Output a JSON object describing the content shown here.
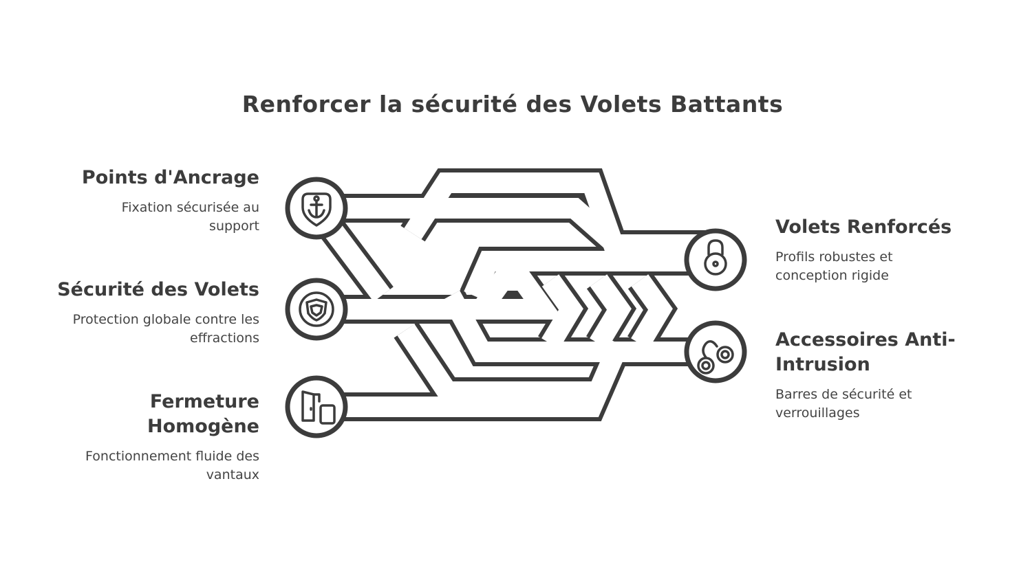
{
  "title": "Renforcer la sécurité des Volets Battants",
  "left_items": [
    {
      "heading": "Points d'Ancrage",
      "description": "Fixation sécurisée au support",
      "icon": "anchor-icon"
    },
    {
      "heading": "Sécurité des Volets",
      "description": "Protection globale contre les effractions",
      "icon": "shield-icon"
    },
    {
      "heading": "Fermeture Homogène",
      "description": "Fonctionnement fluide des vantaux",
      "icon": "door-icon"
    }
  ],
  "right_items": [
    {
      "heading": "Volets Renforcés",
      "description": "Profils robustes et conception rigide",
      "icon": "padlock-icon"
    },
    {
      "heading": "Accessoires Anti-Intrusion",
      "description": "Barres de sécurité et verrouillages",
      "icon": "handcuffs-icon"
    }
  ],
  "colors": {
    "ink": "#3c3c3c",
    "background": "#ffffff"
  }
}
